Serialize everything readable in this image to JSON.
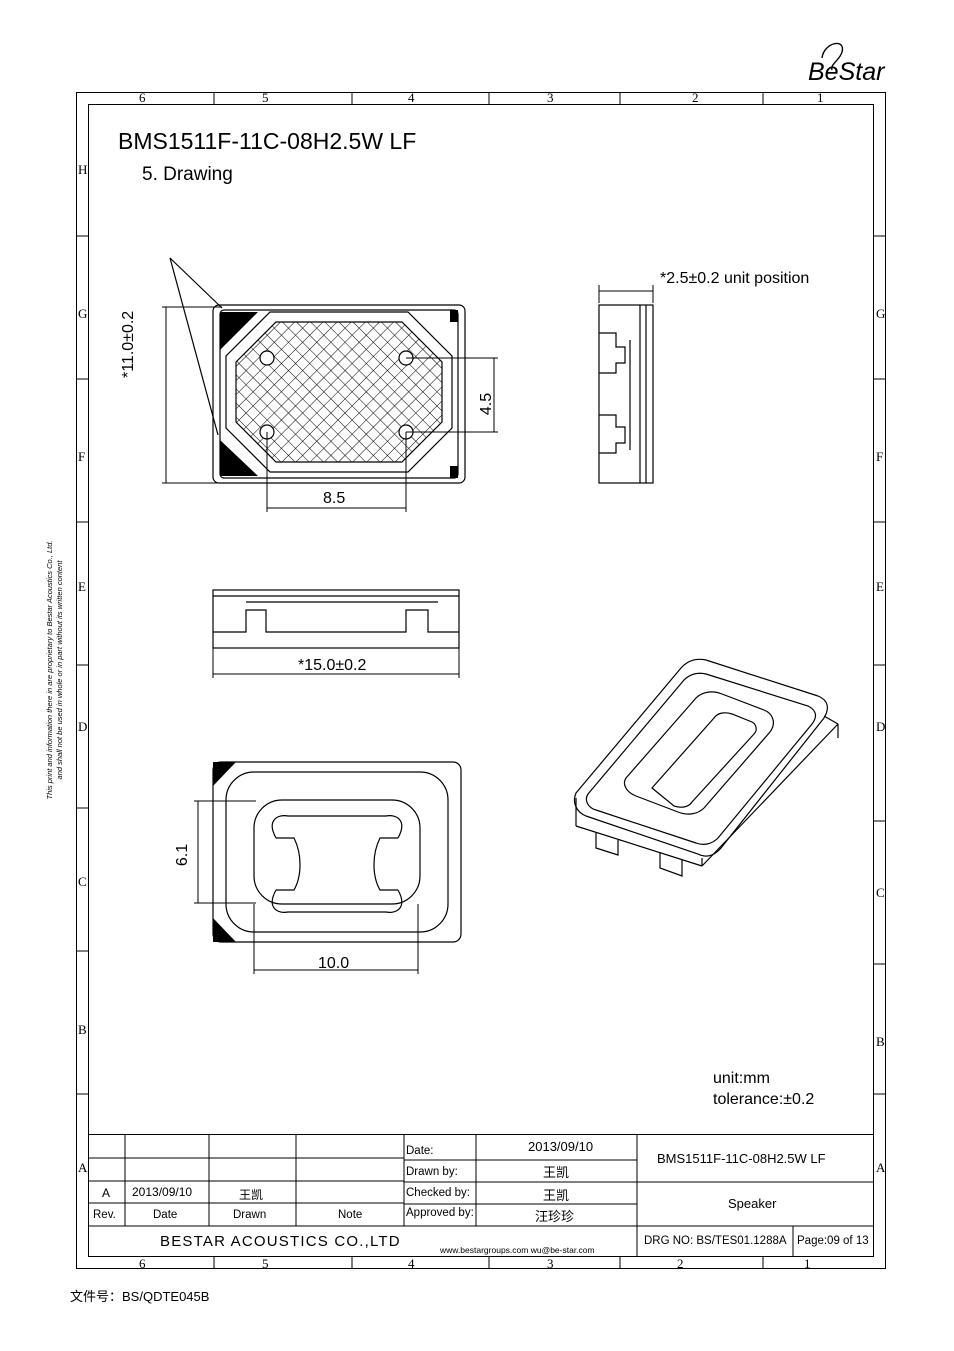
{
  "logo": "BeStar",
  "title": "BMS1511F-11C-08H2.5W LF",
  "subtitle": "5. Drawing",
  "zones_top": [
    "6",
    "5",
    "4",
    "3",
    "2",
    "1"
  ],
  "zones_left": [
    "H",
    "G",
    "F",
    "E",
    "D",
    "C",
    "B",
    "A"
  ],
  "side_note": {
    "line1": "This print and information there in are proprietary to Bestar Acoustics Co., Ltd.",
    "line2": "and shall not be used in whole or in part without its written content"
  },
  "dimensions": {
    "height_front": "*11.0±0.2",
    "hole_spacing_v": "4.5",
    "hole_spacing_h": "8.5",
    "unit_position": "*2.5±0.2 unit position",
    "width": "*15.0±0.2",
    "back_height": "6.1",
    "back_width": "10.0"
  },
  "units": {
    "unit": "unit:mm",
    "tolerance": "tolerance:±0.2"
  },
  "title_block": {
    "date_label": "Date:",
    "date_value": "2013/09/10",
    "drawn_by_label": "Drawn by:",
    "drawn_by_value": "王凯",
    "checked_by_label": "Checked by:",
    "checked_by_value": "王凯",
    "approved_by_label": "Approved by:",
    "approved_by_value": "汪珍珍",
    "part_number": "BMS1511F-11C-08H2.5W LF",
    "description": "Speaker",
    "rev_row": {
      "rev": "A",
      "date": "2013/09/10",
      "drawn": "王凯",
      "note": ""
    },
    "headers": {
      "rev": "Rev.",
      "date": "Date",
      "drawn": "Drawn",
      "note": "Note"
    },
    "company": "BESTAR ACOUSTICS CO.,LTD",
    "web": "www.bestargroups.com  wu@be-star.com",
    "drg_no": "DRG NO: BS/TES01.1288A",
    "page": "Page:09 of 13"
  },
  "footer": "文件号：BS/QDTE045B"
}
